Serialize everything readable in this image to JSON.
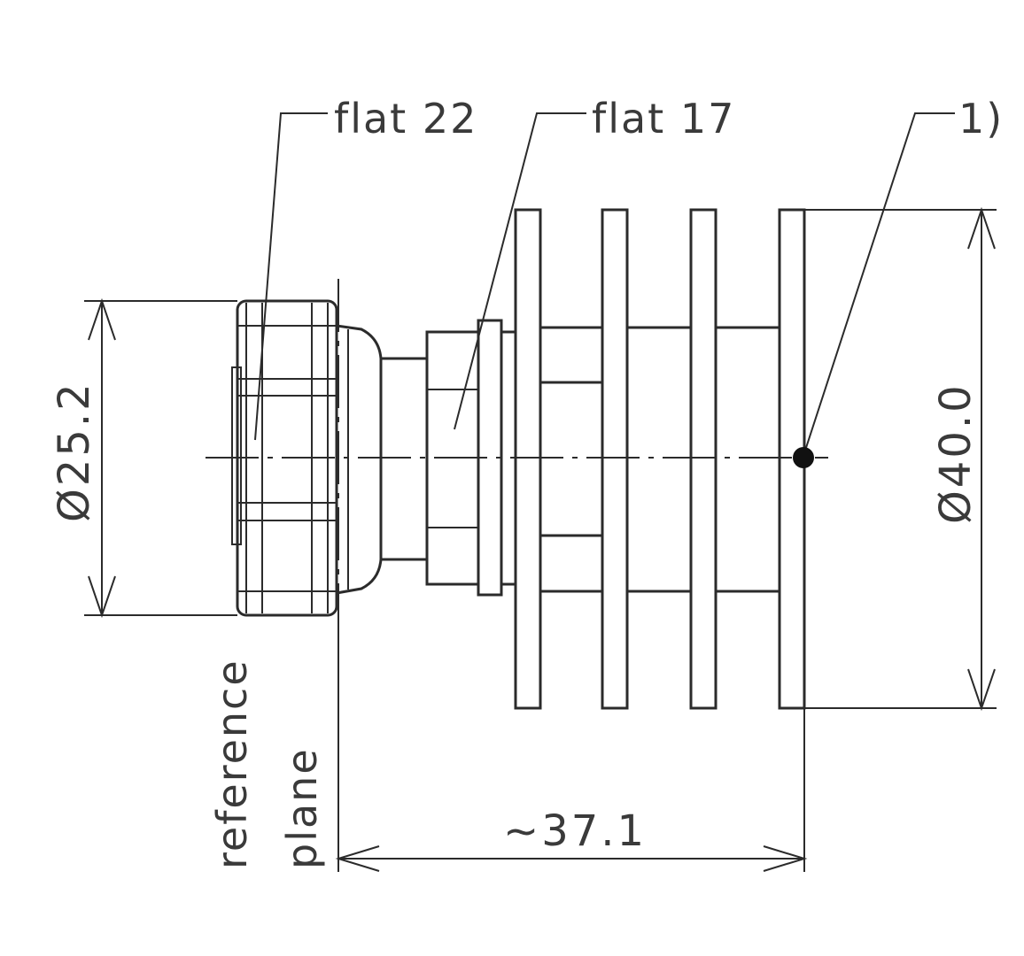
{
  "labels": {
    "flat_22": "flat 22",
    "flat_17": "flat 17",
    "note_ref": "1)",
    "dim_diameter_small": "Ø25.2",
    "dim_diameter_large": "Ø40.0",
    "dim_length": "~37.1",
    "reference_word_1": "reference",
    "reference_word_2": "plane"
  },
  "colors": {
    "line": "#2b2b2b",
    "text": "#3a3a3a",
    "background": "#ffffff"
  }
}
